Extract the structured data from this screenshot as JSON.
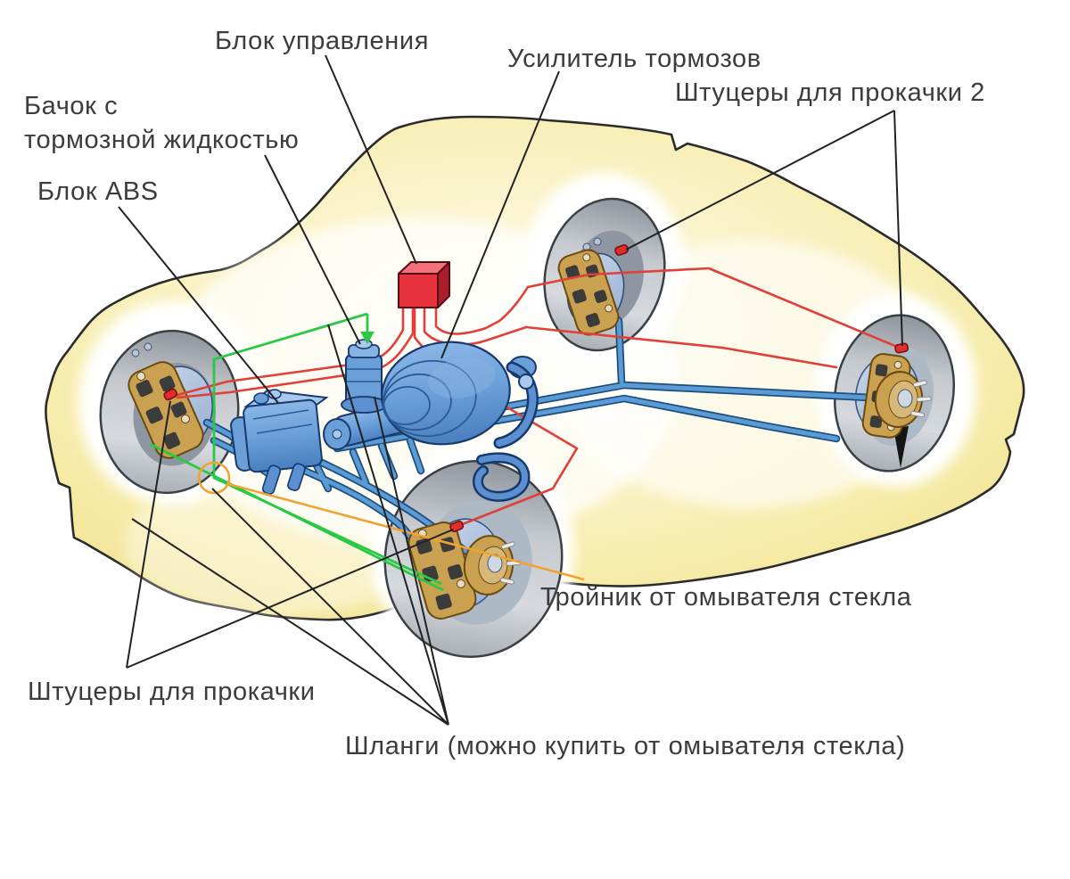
{
  "labels": {
    "control_unit": {
      "text": "Блок управления"
    },
    "brake_booster": {
      "text": "Усилитель тормозов"
    },
    "bleed_fittings_rear": {
      "text": "Штуцеры для прокачки 2"
    },
    "fluid_reservoir": {
      "line1": "Бачок с",
      "line2": "тормозной жидкостью"
    },
    "abs_unit": {
      "text": "Блок ABS"
    },
    "washer_tee": {
      "text": "Тройник от омывателя стекла"
    },
    "bleed_fittings_front": {
      "text": "Штуцеры для прокачки"
    },
    "hoses": {
      "text": "Шланги (можно купить от омывателя стекла)"
    }
  },
  "colors": {
    "car_body_yellow": "#f2e28e",
    "brake_pipes_blue": "#5b9bd5",
    "sensor_wires_red": "#e04038",
    "hoses_green": "#29c945",
    "washer_line_orange": "#f0a330",
    "control_unit_red": "#e8333f",
    "components_blue": "#6a9fd8",
    "caliper_tan": "#c9a151",
    "label_text": "#3c3c3c",
    "leader_lines": "#222222"
  }
}
